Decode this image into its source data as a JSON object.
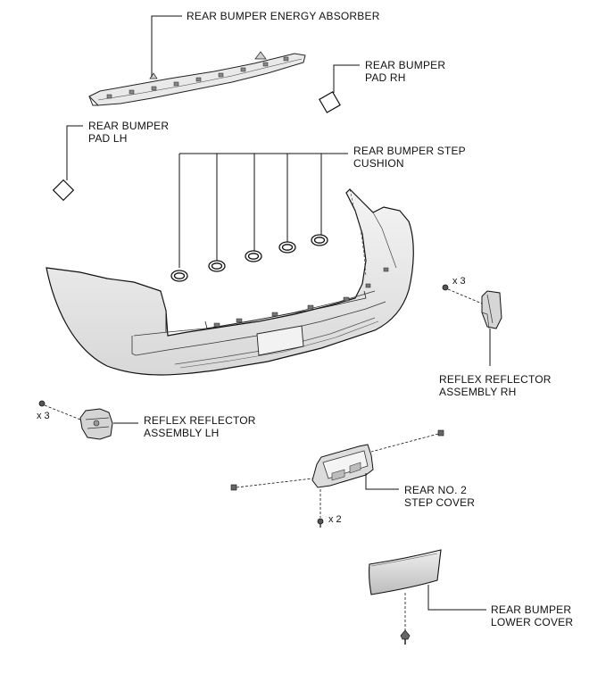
{
  "labels": {
    "energy_absorber": "REAR BUMPER ENERGY ABSORBER",
    "pad_rh_1": "REAR BUMPER",
    "pad_rh_2": "PAD RH",
    "pad_lh_1": "REAR BUMPER",
    "pad_lh_2": "PAD LH",
    "step_cushion_1": "REAR BUMPER STEP",
    "step_cushion_2": "CUSHION",
    "reflector_rh_1": "REFLEX REFLECTOR",
    "reflector_rh_2": "ASSEMBLY RH",
    "reflector_lh_1": "REFLEX REFLECTOR",
    "reflector_lh_2": "ASSEMBLY LH",
    "step_cover_1": "REAR NO. 2",
    "step_cover_2": "STEP COVER",
    "lower_cover_1": "REAR BUMPER",
    "lower_cover_2": "LOWER COVER"
  },
  "quantities": {
    "rh_screws": "x 3",
    "lh_screws": "x 3",
    "step_cover_screws": "x 2"
  }
}
